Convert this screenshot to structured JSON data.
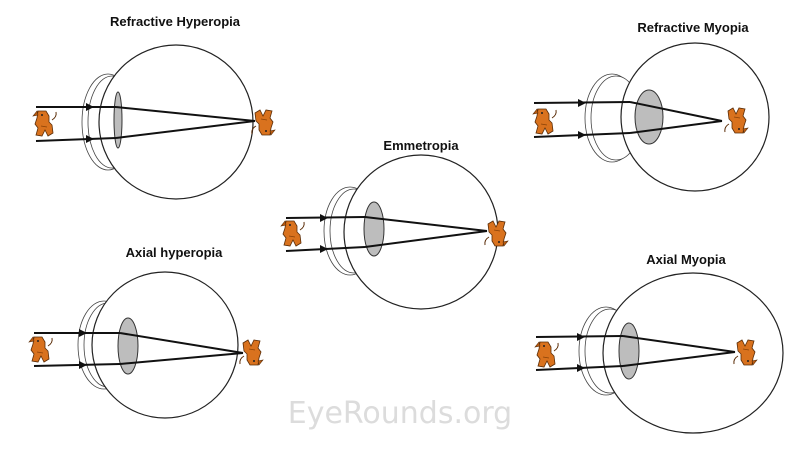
{
  "diagrams": {
    "refractive_hyperopia": {
      "title": "Refractive Hyperopia"
    },
    "refractive_myopia": {
      "title": "Refractive Myopia"
    },
    "emmetropia": {
      "title": "Emmetropia"
    },
    "axial_hyperopia": {
      "title": "Axial hyperopia"
    },
    "axial_myopia": {
      "title": "Axial Myopia"
    }
  },
  "watermark": "EyeRounds.org",
  "colors": {
    "object_figure": "#d9721e",
    "lens": "#bdbdbd",
    "outline": "#222222",
    "watermark": "#dcdcdc"
  },
  "icons": [
    "eye-globe",
    "lens",
    "light-ray",
    "dog-figure"
  ]
}
